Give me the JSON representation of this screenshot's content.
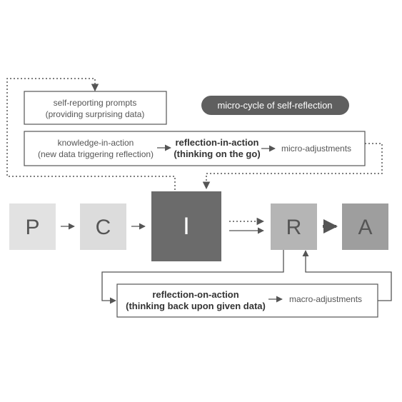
{
  "colors": {
    "stroke": "#555555",
    "box_p": "#e2e2e2",
    "box_c": "#dcdcdc",
    "box_i": "#6b6b6b",
    "box_r": "#b5b5b5",
    "box_a": "#9e9e9e",
    "pill": "#5f5f5f",
    "letter_light": "#555555",
    "letter_dark": "#ffffff"
  },
  "badge": "micro-cycle of self-reflection",
  "prompts": {
    "line1": "self-reporting prompts",
    "line2": "(providing surprising data)"
  },
  "micro_box": {
    "knowledge_line1": "knowledge-in-action",
    "knowledge_line2": "(new data triggering reflection)",
    "reflection_line1": "reflection-in-action",
    "reflection_line2": "(thinking on the go)",
    "adjustments": "micro-adjustments"
  },
  "stages": [
    "P",
    "C",
    "I",
    "R",
    "A"
  ],
  "macro_box": {
    "reflection_line1": "reflection-on-action",
    "reflection_line2": "(thinking back upon given data)",
    "adjustments": "macro-adjustments"
  }
}
